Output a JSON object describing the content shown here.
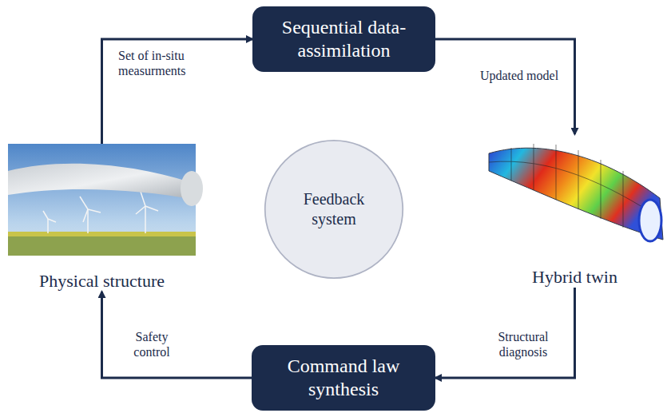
{
  "diagram": {
    "nodes": [
      {
        "text": [
          "Sequential data- assimilation"
        ]
      },
      {
        "text": [
          "Physical structure"
        ]
      },
      {
        "text": [
          "Feedback system"
        ]
      },
      {
        "text": [
          "Hybrid twin"
        ]
      },
      {
        "text": [
          "Command law synthesis"
        ]
      }
    ],
    "edges": [
      {
        "from": 1,
        "to": 0,
        "label": "Set of in-situ measurments",
        "arrow": "to"
      },
      {
        "from": 0,
        "to": 3,
        "label": "Updated model",
        "arrow": "to"
      },
      {
        "from": 3,
        "to": 4,
        "label": "Structural diagnosis",
        "arrow": "to"
      },
      {
        "from": 4,
        "to": 1,
        "label": "Safety control",
        "arrow": "to"
      }
    ]
  }
}
